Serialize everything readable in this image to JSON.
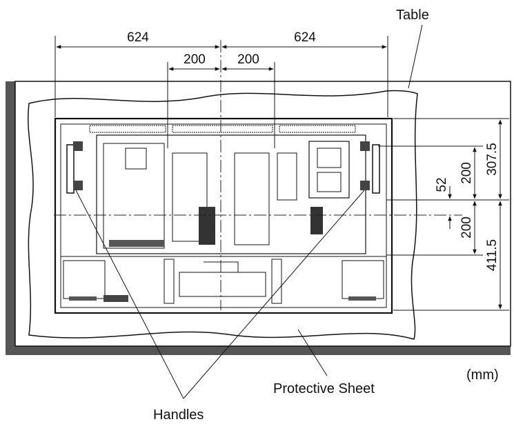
{
  "labels": {
    "table": "Table",
    "protective_sheet": "Protective Sheet",
    "handles": "Handles",
    "unit": "(mm)"
  },
  "dimensions": {
    "top_left_width": "624",
    "top_right_width": "624",
    "inner_left_width": "200",
    "inner_right_width": "200",
    "right_upper_total": "307.5",
    "right_upper_hole": "200",
    "right_center_offset": "52",
    "right_lower_hole": "200",
    "right_lower_total": "411.5"
  },
  "colors": {
    "line": "#111111",
    "table_shadow": "#555555",
    "background": "#ffffff"
  }
}
